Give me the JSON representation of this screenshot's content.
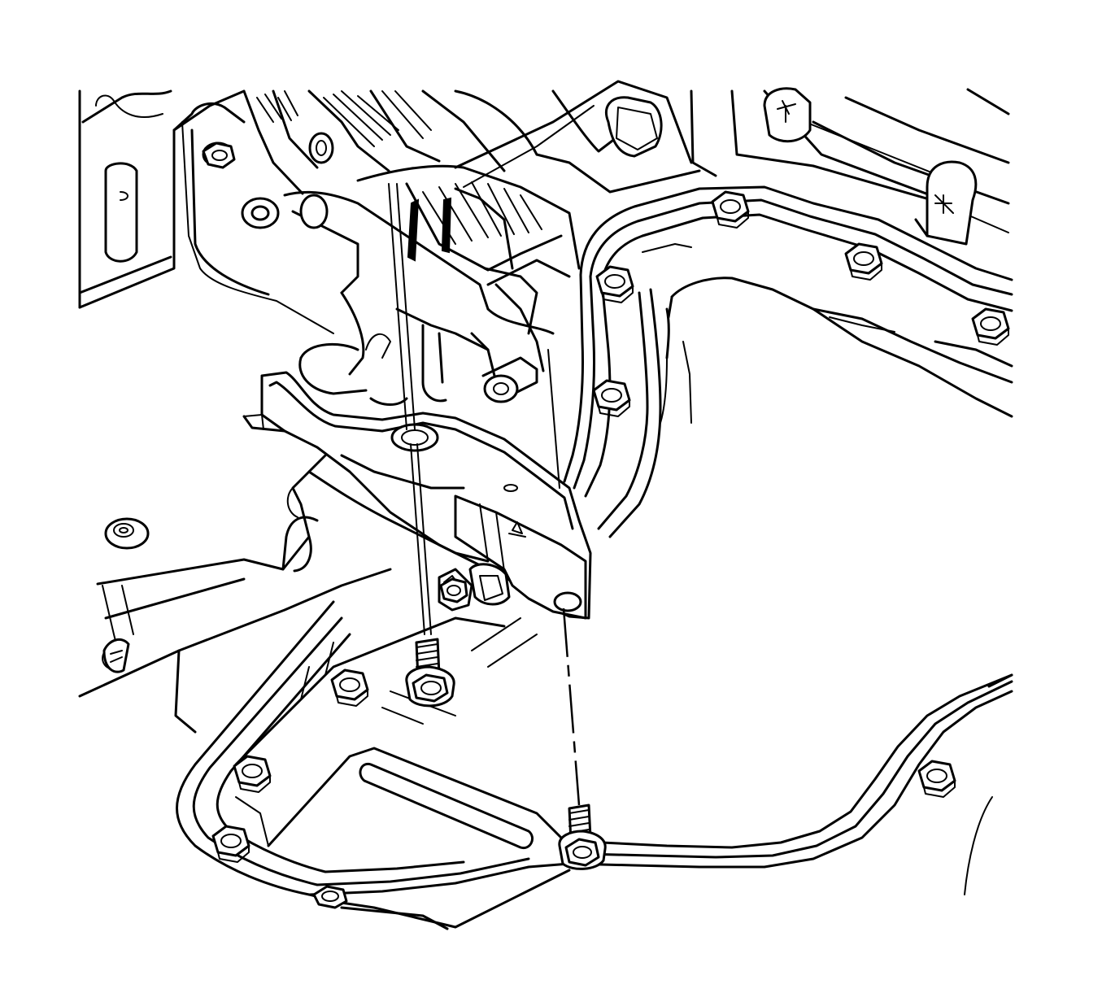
{
  "diagram": {
    "kind": "technical line illustration",
    "style": {
      "stroke_color": "#000000",
      "background_color": "#ffffff"
    },
    "parts": {
      "oil_pan_flange_bolts": 11,
      "mounting_bolts_removed": 2,
      "installation_guide_lines": 2
    }
  }
}
